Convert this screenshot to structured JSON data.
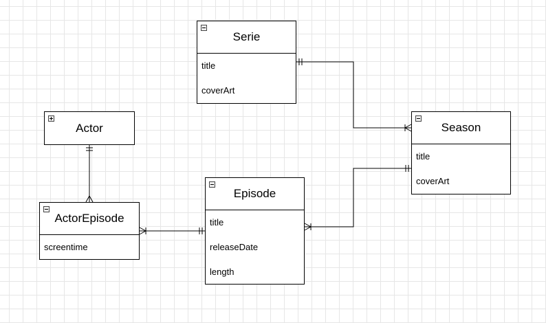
{
  "diagram": {
    "entities": [
      {
        "id": "serie",
        "title": "Serie",
        "collapsed": false,
        "attributes": [
          "title",
          "coverArt"
        ]
      },
      {
        "id": "season",
        "title": "Season",
        "collapsed": false,
        "attributes": [
          "title",
          "coverArt"
        ]
      },
      {
        "id": "actor",
        "title": "Actor",
        "collapsed": true,
        "attributes": []
      },
      {
        "id": "actor-episode",
        "title": "ActorEpisode",
        "collapsed": false,
        "attributes": [
          "screentime"
        ]
      },
      {
        "id": "episode",
        "title": "Episode",
        "collapsed": false,
        "attributes": [
          "title",
          "releaseDate",
          "length"
        ]
      }
    ],
    "relationships": [
      {
        "id": "serie-season",
        "from": "serie",
        "to": "season",
        "from_cardinality": "one-and-only-one",
        "to_cardinality": "one-or-many"
      },
      {
        "id": "season-episode",
        "from": "season",
        "to": "episode",
        "from_cardinality": "one-and-only-one",
        "to_cardinality": "one-or-many"
      },
      {
        "id": "actor-actorepisode",
        "from": "actor",
        "to": "actor-episode",
        "from_cardinality": "one-and-only-one",
        "to_cardinality": "many"
      },
      {
        "id": "actorepisode-episode",
        "from": "actor-episode",
        "to": "episode",
        "from_cardinality": "one-or-many",
        "to_cardinality": "one-and-only-one"
      }
    ]
  }
}
